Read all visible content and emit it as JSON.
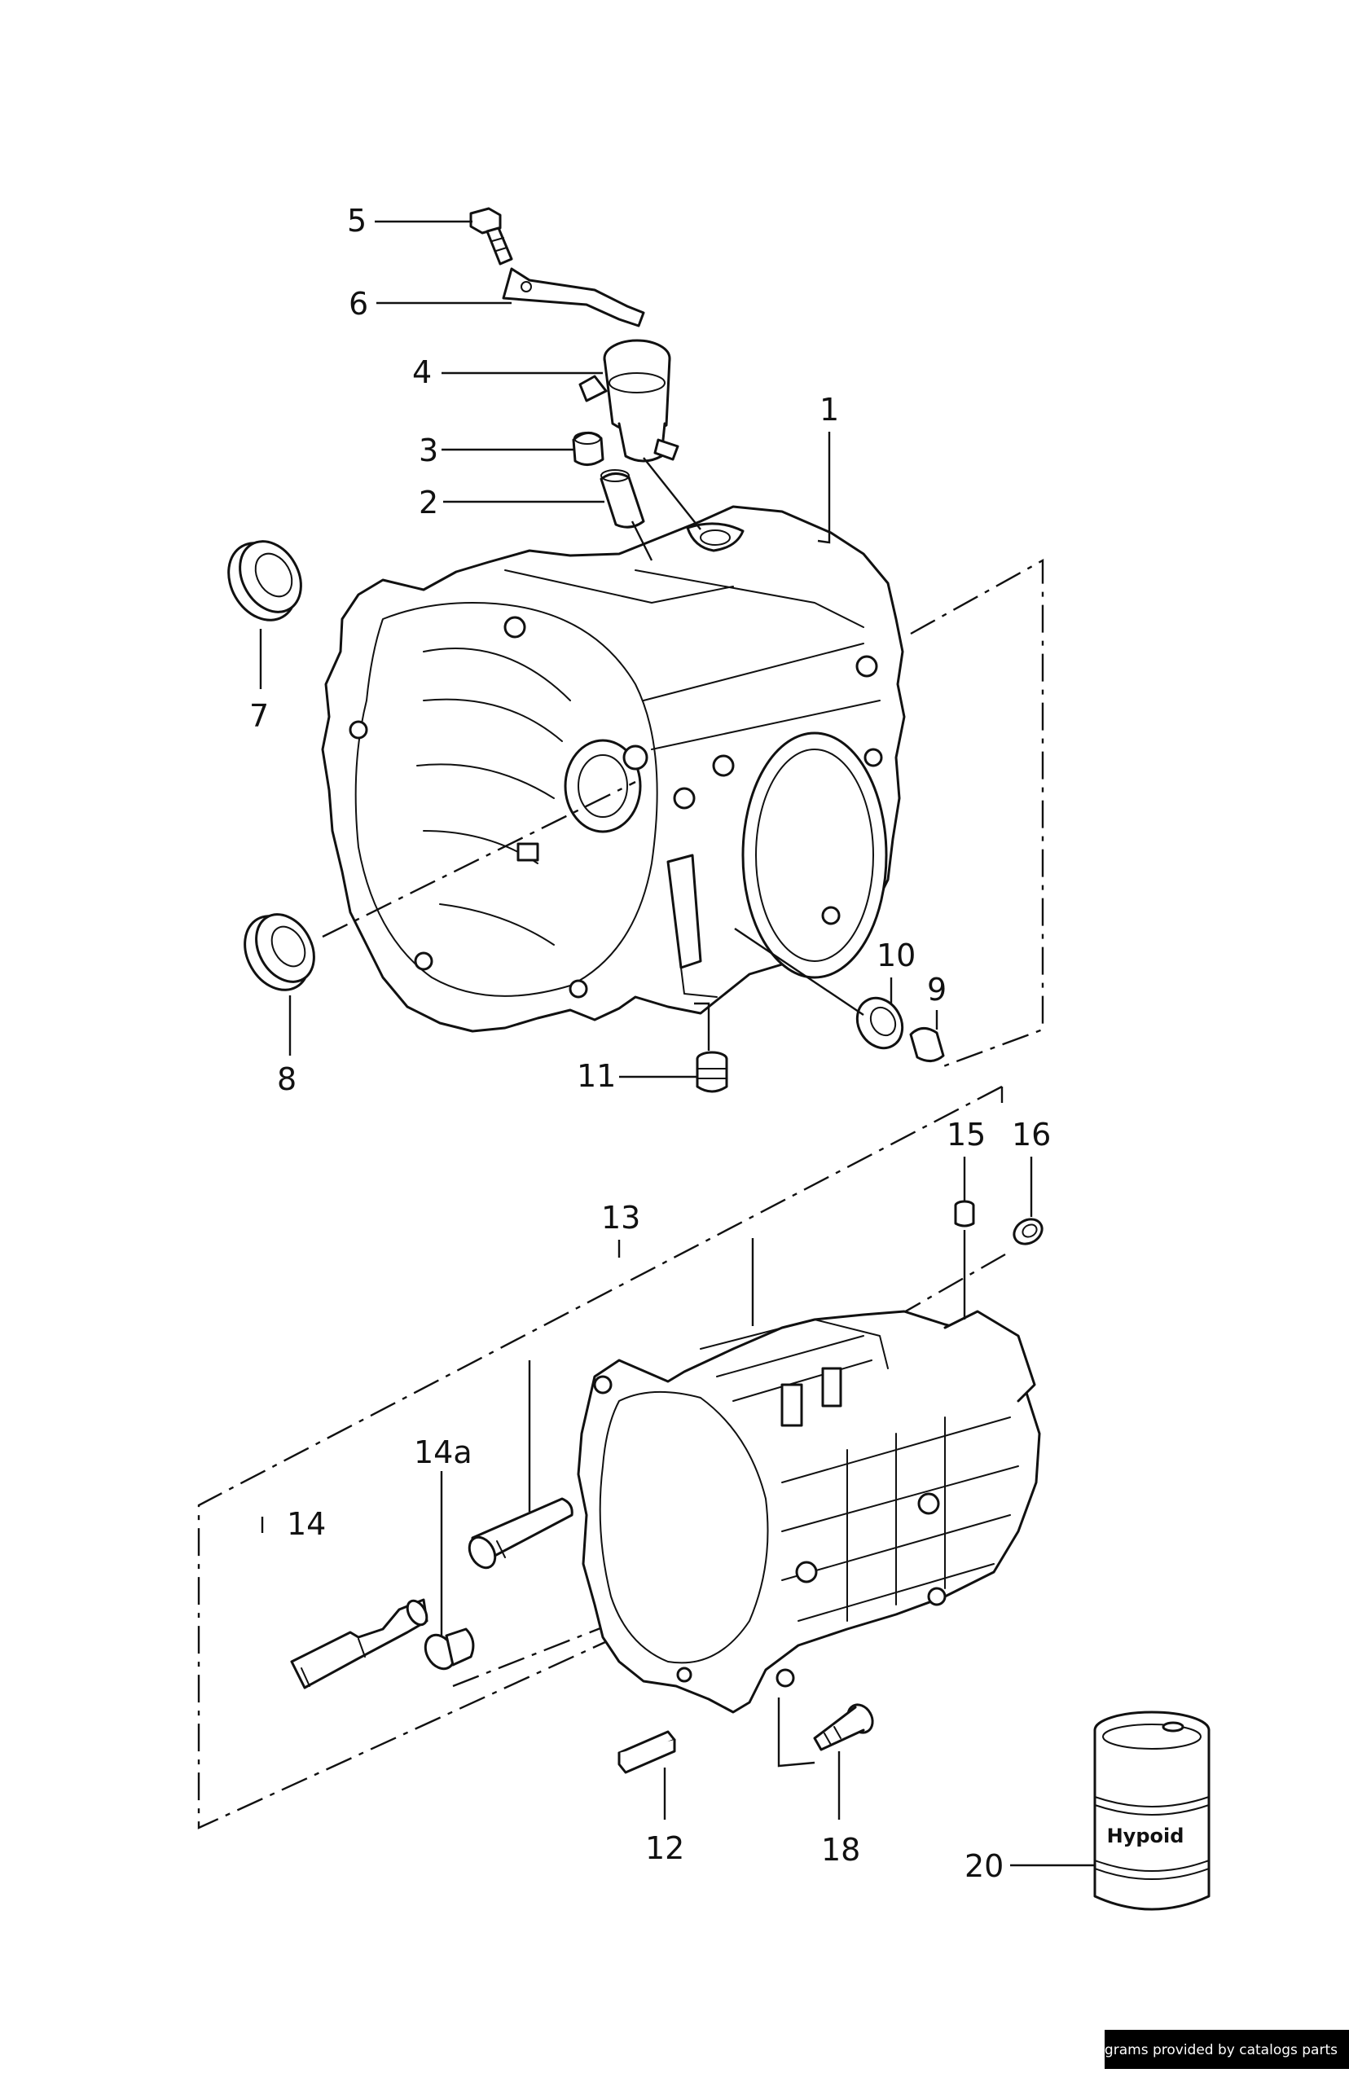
{
  "callouts": [
    {
      "id": "1",
      "label": "1"
    },
    {
      "id": "2",
      "label": "2"
    },
    {
      "id": "3",
      "label": "3"
    },
    {
      "id": "4",
      "label": "4"
    },
    {
      "id": "5",
      "label": "5"
    },
    {
      "id": "6",
      "label": "6"
    },
    {
      "id": "7",
      "label": "7"
    },
    {
      "id": "8",
      "label": "8"
    },
    {
      "id": "9",
      "label": "9"
    },
    {
      "id": "10",
      "label": "10"
    },
    {
      "id": "11",
      "label": "11"
    },
    {
      "id": "12",
      "label": "12"
    },
    {
      "id": "13",
      "label": "13"
    },
    {
      "id": "14",
      "label": "14"
    },
    {
      "id": "14a",
      "label": "14a"
    },
    {
      "id": "15",
      "label": "15"
    },
    {
      "id": "16",
      "label": "16"
    },
    {
      "id": "18",
      "label": "18"
    },
    {
      "id": "20",
      "label": "20"
    }
  ],
  "oil_can_label": "Hypoid",
  "footer": {
    "credit": "Diagrams provided by catalogs parts"
  }
}
